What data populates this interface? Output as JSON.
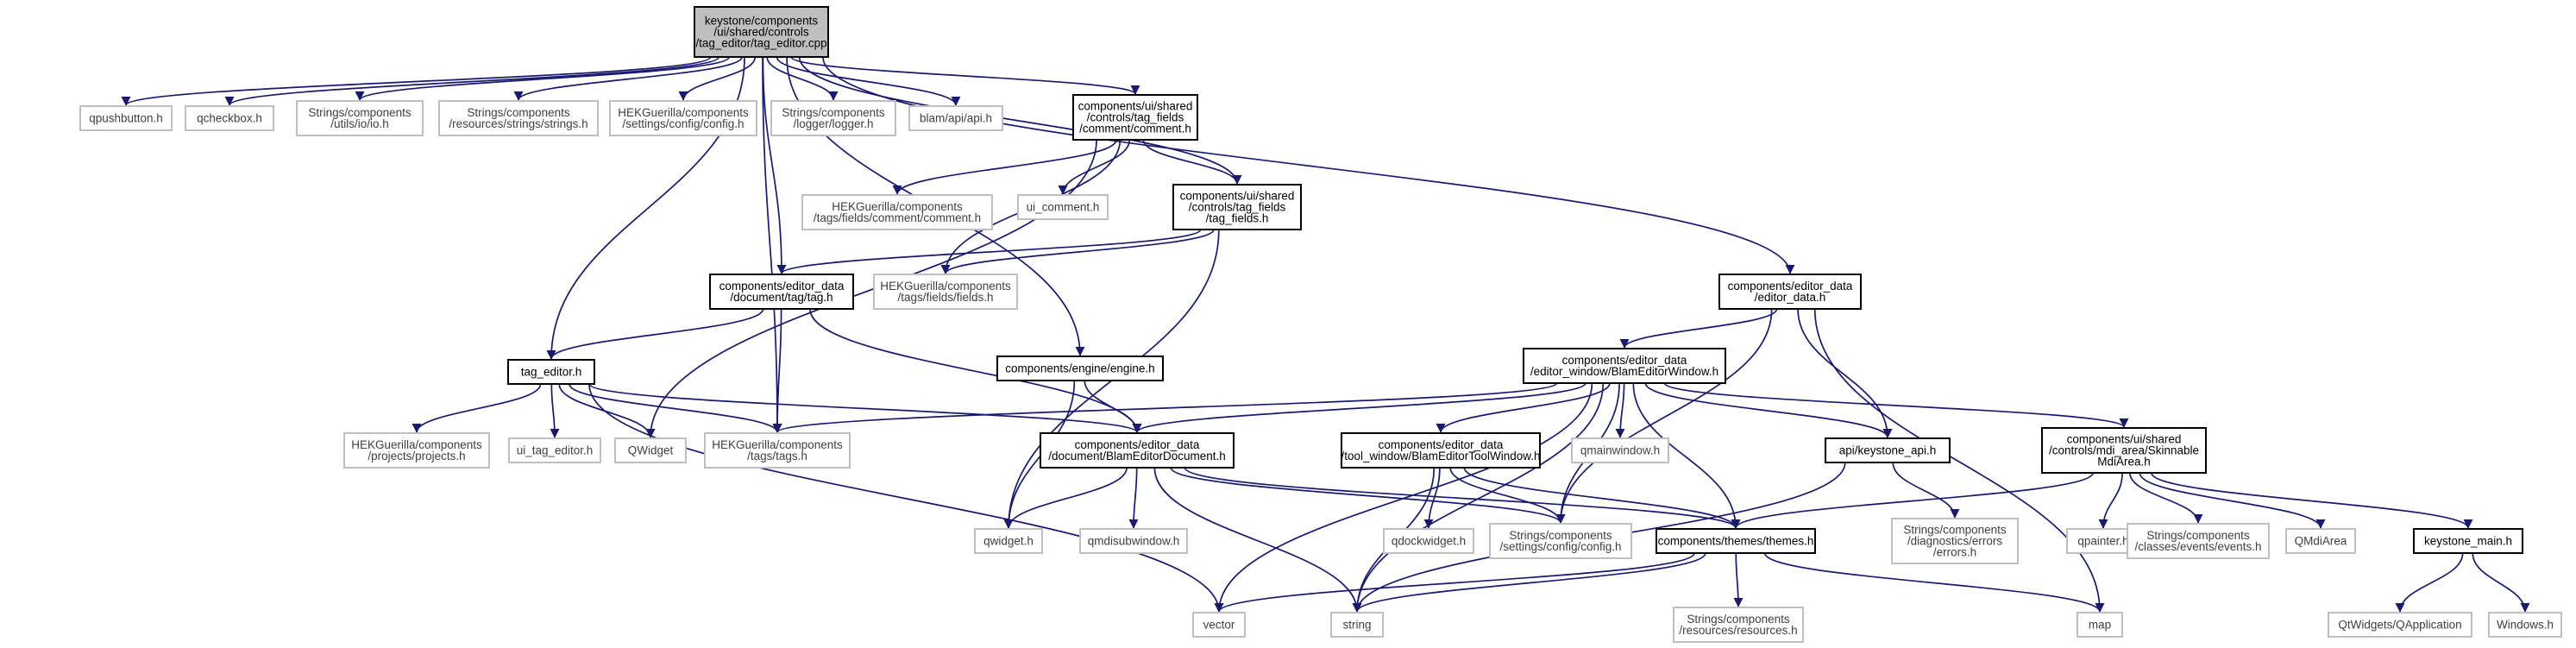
{
  "colors": {
    "edge": "#191970",
    "root_fill": "#bfbfbf",
    "node_border": "#000000",
    "external_border": "#bfbfbf",
    "background": "#ffffff"
  },
  "nodes": [
    {
      "id": "root",
      "kind": "root",
      "lines": [
        "keystone/components",
        "/ui/shared/controls",
        "/tag_editor/tag_editor.cpp"
      ]
    },
    {
      "id": "qpushbutton",
      "kind": "ext",
      "lines": [
        "qpushbutton.h"
      ]
    },
    {
      "id": "qcheckbox",
      "kind": "ext",
      "lines": [
        "qcheckbox.h"
      ]
    },
    {
      "id": "io",
      "kind": "ext",
      "lines": [
        "Strings/components",
        "/utils/io/io.h"
      ]
    },
    {
      "id": "strings",
      "kind": "ext",
      "lines": [
        "Strings/components",
        "/resources/strings/strings.h"
      ]
    },
    {
      "id": "config_hek",
      "kind": "ext",
      "lines": [
        "HEKGuerilla/components",
        "/settings/config/config.h"
      ]
    },
    {
      "id": "logger",
      "kind": "ext",
      "lines": [
        "Strings/components",
        "/logger/logger.h"
      ]
    },
    {
      "id": "blam_api",
      "kind": "ext",
      "lines": [
        "blam/api/api.h"
      ]
    },
    {
      "id": "comment_h",
      "kind": "std",
      "lines": [
        "components/ui/shared",
        "/controls/tag_fields",
        "/comment/comment.h"
      ]
    },
    {
      "id": "hek_comment",
      "kind": "ext",
      "lines": [
        "HEKGuerilla/components",
        "/tags/fields/comment/comment.h"
      ]
    },
    {
      "id": "ui_comment",
      "kind": "ext",
      "lines": [
        "ui_comment.h"
      ]
    },
    {
      "id": "tag_fields",
      "kind": "std",
      "lines": [
        "components/ui/shared",
        "/controls/tag_fields",
        "/tag_fields.h"
      ]
    },
    {
      "id": "hek_fields",
      "kind": "ext",
      "lines": [
        "HEKGuerilla/components",
        "/tags/fields/fields.h"
      ]
    },
    {
      "id": "tag_h",
      "kind": "std",
      "lines": [
        "components/editor_data",
        "/document/tag/tag.h"
      ]
    },
    {
      "id": "editor_data",
      "kind": "std",
      "lines": [
        "components/editor_data",
        "/editor_data.h"
      ]
    },
    {
      "id": "engine",
      "kind": "std",
      "lines": [
        "components/engine/engine.h"
      ]
    },
    {
      "id": "tag_editor_h",
      "kind": "std",
      "lines": [
        "tag_editor.h"
      ]
    },
    {
      "id": "bew",
      "kind": "std",
      "lines": [
        "components/editor_data",
        "/editor_window/BlamEditorWindow.h"
      ]
    },
    {
      "id": "hek_projects",
      "kind": "ext",
      "lines": [
        "HEKGuerilla/components",
        "/projects/projects.h"
      ]
    },
    {
      "id": "ui_tag_editor",
      "kind": "ext",
      "lines": [
        "ui_tag_editor.h"
      ]
    },
    {
      "id": "qwidget_cap",
      "kind": "ext",
      "lines": [
        "QWidget"
      ]
    },
    {
      "id": "hek_tags",
      "kind": "ext",
      "lines": [
        "HEKGuerilla/components",
        "/tags/tags.h"
      ]
    },
    {
      "id": "bed",
      "kind": "std",
      "lines": [
        "components/editor_data",
        "/document/BlamEditorDocument.h"
      ]
    },
    {
      "id": "btw",
      "kind": "std",
      "lines": [
        "components/editor_data",
        "/tool_window/BlamEditorToolWindow.h"
      ]
    },
    {
      "id": "qmainwindow",
      "kind": "ext",
      "lines": [
        "qmainwindow.h"
      ]
    },
    {
      "id": "keystone_api",
      "kind": "std",
      "lines": [
        "api/keystone_api.h"
      ]
    },
    {
      "id": "skinnable",
      "kind": "std",
      "lines": [
        "components/ui/shared",
        "/controls/mdi_area/Skinnable",
        "MdiArea.h"
      ]
    },
    {
      "id": "qwidget_h",
      "kind": "ext",
      "lines": [
        "qwidget.h"
      ]
    },
    {
      "id": "qmdisubwindow",
      "kind": "ext",
      "lines": [
        "qmdisubwindow.h"
      ]
    },
    {
      "id": "qdockwidget",
      "kind": "ext",
      "lines": [
        "qdockwidget.h"
      ]
    },
    {
      "id": "str_config",
      "kind": "ext",
      "lines": [
        "Strings/components",
        "/settings/config/config.h"
      ]
    },
    {
      "id": "themes",
      "kind": "std",
      "lines": [
        "components/themes/themes.h"
      ]
    },
    {
      "id": "errors",
      "kind": "ext",
      "lines": [
        "Strings/components",
        "/diagnostics/errors",
        "/errors.h"
      ]
    },
    {
      "id": "qpainter",
      "kind": "ext",
      "lines": [
        "qpainter.h"
      ]
    },
    {
      "id": "events",
      "kind": "ext",
      "lines": [
        "Strings/components",
        "/classes/events/events.h"
      ]
    },
    {
      "id": "qmdiarea",
      "kind": "ext",
      "lines": [
        "QMdiArea"
      ]
    },
    {
      "id": "keystone_main",
      "kind": "std",
      "lines": [
        "keystone_main.h"
      ]
    },
    {
      "id": "vector",
      "kind": "ext",
      "lines": [
        "vector"
      ]
    },
    {
      "id": "string",
      "kind": "ext",
      "lines": [
        "string"
      ]
    },
    {
      "id": "resources",
      "kind": "ext",
      "lines": [
        "Strings/components",
        "/resources/resources.h"
      ]
    },
    {
      "id": "map",
      "kind": "ext",
      "lines": [
        "map"
      ]
    },
    {
      "id": "qapplication",
      "kind": "ext",
      "lines": [
        "QtWidgets/QApplication"
      ]
    },
    {
      "id": "windows",
      "kind": "ext",
      "lines": [
        "Windows.h"
      ]
    }
  ],
  "edges": [
    [
      "root",
      "qpushbutton"
    ],
    [
      "root",
      "qcheckbox"
    ],
    [
      "root",
      "io"
    ],
    [
      "root",
      "strings"
    ],
    [
      "root",
      "config_hek"
    ],
    [
      "root",
      "logger"
    ],
    [
      "root",
      "blam_api"
    ],
    [
      "root",
      "comment_h"
    ],
    [
      "root",
      "tag_fields"
    ],
    [
      "root",
      "tag_h"
    ],
    [
      "root",
      "editor_data"
    ],
    [
      "root",
      "engine"
    ],
    [
      "root",
      "tag_editor_h"
    ],
    [
      "root",
      "hek_tags"
    ],
    [
      "comment_h",
      "hek_comment"
    ],
    [
      "comment_h",
      "ui_comment"
    ],
    [
      "comment_h",
      "tag_fields"
    ],
    [
      "comment_h",
      "hek_fields"
    ],
    [
      "comment_h",
      "qwidget_cap"
    ],
    [
      "tag_fields",
      "hek_fields"
    ],
    [
      "tag_fields",
      "tag_h"
    ],
    [
      "tag_fields",
      "qwidget_h"
    ],
    [
      "tag_h",
      "tag_editor_h"
    ],
    [
      "tag_h",
      "hek_tags"
    ],
    [
      "tag_h",
      "bed"
    ],
    [
      "editor_data",
      "bew"
    ],
    [
      "editor_data",
      "keystone_api"
    ],
    [
      "editor_data",
      "str_config"
    ],
    [
      "editor_data",
      "map"
    ],
    [
      "engine",
      "qwidget_h"
    ],
    [
      "engine",
      "bed"
    ],
    [
      "tag_editor_h",
      "hek_projects"
    ],
    [
      "tag_editor_h",
      "ui_tag_editor"
    ],
    [
      "tag_editor_h",
      "qwidget_cap"
    ],
    [
      "tag_editor_h",
      "hek_tags"
    ],
    [
      "tag_editor_h",
      "bed"
    ],
    [
      "tag_editor_h",
      "vector"
    ],
    [
      "bew",
      "hek_tags"
    ],
    [
      "bew",
      "bed"
    ],
    [
      "bew",
      "btw"
    ],
    [
      "bew",
      "qmainwindow"
    ],
    [
      "bew",
      "keystone_api"
    ],
    [
      "bew",
      "skinnable"
    ],
    [
      "bew",
      "str_config"
    ],
    [
      "bew",
      "themes"
    ],
    [
      "bew",
      "vector"
    ],
    [
      "bew",
      "string"
    ],
    [
      "bed",
      "qwidget_h"
    ],
    [
      "bed",
      "qmdisubwindow"
    ],
    [
      "bed",
      "str_config"
    ],
    [
      "bed",
      "themes"
    ],
    [
      "bed",
      "string"
    ],
    [
      "btw",
      "qdockwidget"
    ],
    [
      "btw",
      "str_config"
    ],
    [
      "btw",
      "themes"
    ],
    [
      "btw",
      "string"
    ],
    [
      "keystone_api",
      "errors"
    ],
    [
      "keystone_api",
      "string"
    ],
    [
      "skinnable",
      "themes"
    ],
    [
      "skinnable",
      "qpainter"
    ],
    [
      "skinnable",
      "events"
    ],
    [
      "skinnable",
      "qmdiarea"
    ],
    [
      "skinnable",
      "keystone_main"
    ],
    [
      "themes",
      "vector"
    ],
    [
      "themes",
      "string"
    ],
    [
      "themes",
      "resources"
    ],
    [
      "themes",
      "map"
    ],
    [
      "keystone_main",
      "qapplication"
    ],
    [
      "keystone_main",
      "windows"
    ]
  ]
}
